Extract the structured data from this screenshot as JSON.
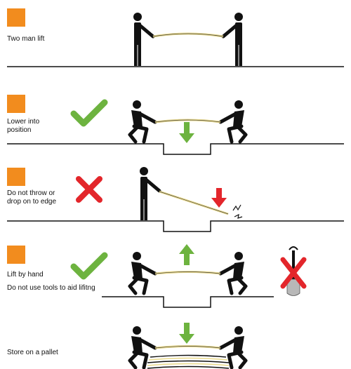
{
  "colors": {
    "accent_orange": "#f28c1e",
    "ok_green": "#6db33f",
    "arrow_green": "#6db33f",
    "no_red": "#e3262b",
    "figure_black": "#111111",
    "cable_yellow": "#e9d98a"
  },
  "steps": [
    {
      "label": "Two man lift",
      "icon": "",
      "arrow": ""
    },
    {
      "label": "Lower into\nposition",
      "icon": "checkmark-icon",
      "arrow": "down"
    },
    {
      "label": "Do not throw or\ndrop on to edge",
      "icon": "cross-icon",
      "arrow": "down"
    },
    {
      "label": "Lift by hand",
      "note": "Do not use tools to aid lifitng",
      "icon": "checkmark-icon",
      "arrow": "up",
      "extra_icon": "crossed-shovel-icon"
    },
    {
      "label": "Store on a pallet",
      "icon": "",
      "arrow": "down"
    }
  ]
}
